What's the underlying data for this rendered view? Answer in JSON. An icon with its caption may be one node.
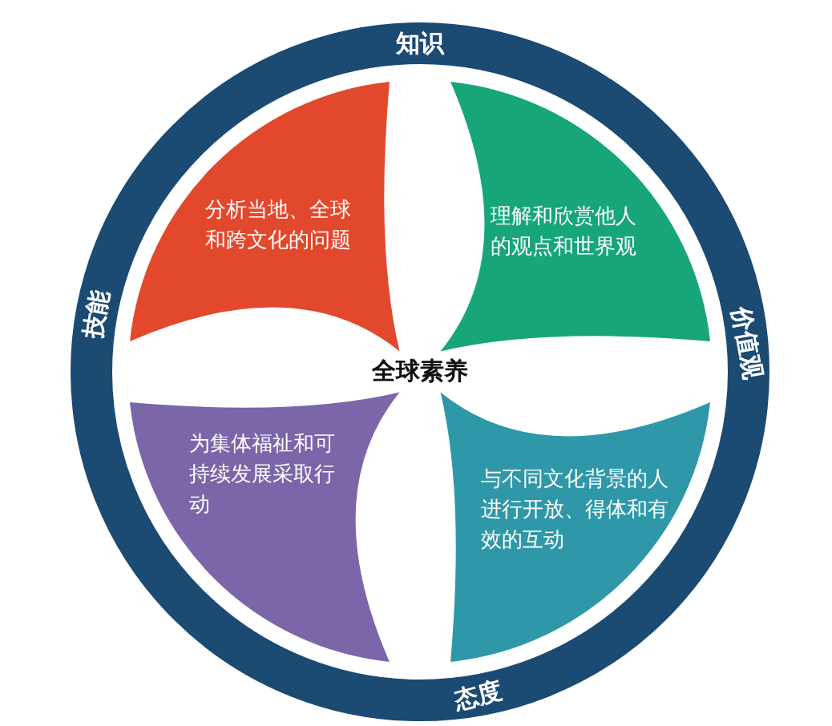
{
  "diagram": {
    "nodes": [
      {
        "text": [
          "知识",
          "价值观",
          "态度",
          "技能"
        ]
      },
      {
        "text": [
          "分析当地、全球和跨文化的问题"
        ],
        "in": 0
      },
      {
        "text": [
          "理解和欣赏他人的观点和世界观"
        ],
        "in": 0
      },
      {
        "text": [
          "与不同文化背景的人进行开放、得体和有效的互动"
        ],
        "in": 0
      },
      {
        "text": [
          "为集体福祉和可持续发展采取行动"
        ],
        "in": 0
      }
    ],
    "labels": [
      "全球素养"
    ]
  }
}
